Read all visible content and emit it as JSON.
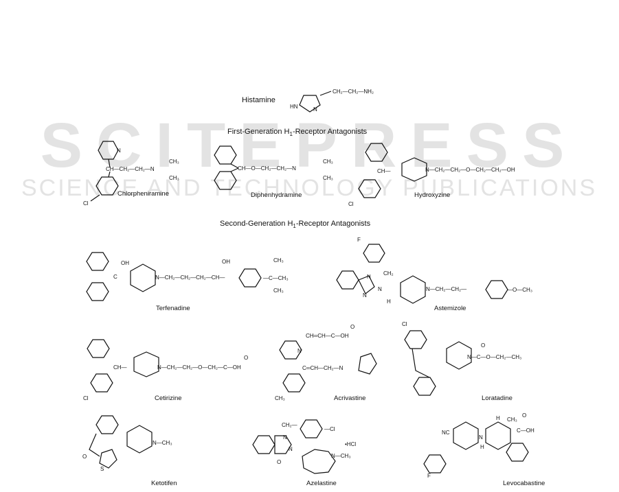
{
  "watermark": {
    "main": "SCITEPRESS",
    "sub": "SCIENCE AND TECHNOLOGY PUBLICATIONS"
  },
  "headers": {
    "histamine": "Histamine",
    "first_gen_prefix": "First-Generation H",
    "first_gen_sub": "1",
    "first_gen_suffix": "-Receptor Antagonists",
    "second_gen_prefix": "Second-Generation H",
    "second_gen_sub": "1",
    "second_gen_suffix": "-Receptor Antagonists"
  },
  "compounds": {
    "chlorpheniramine": "Chlorpheniramine",
    "diphenhydramine": "Diphenhydramine",
    "hydroxyzine": "Hydroxyzine",
    "terfenadine": "Terfenadine",
    "astemizole": "Astemizole",
    "cetirizine": "Cetirizine",
    "acrivastine": "Acrivastine",
    "loratadine": "Loratadine",
    "ketotifen": "Ketotifen",
    "azelastine": "Azelastine",
    "levocabastine": "Levocabastine"
  }
}
